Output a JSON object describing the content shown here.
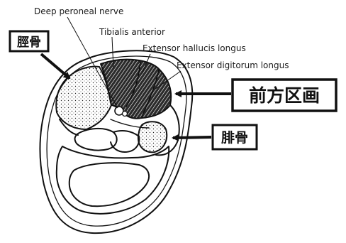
{
  "labels": {
    "deep_peroneal_nerve": "Deep peroneal nerve",
    "tibialis_anterior": "Tibialis anterior",
    "extensor_hallucis_longus": "Extensor hallucis longus",
    "extensor_digitorum_longus": "Extensor digitorum longus"
  },
  "boxes": {
    "tibia": "脛骨",
    "anterior_compartment": "前方区画",
    "fibula": "腓骨"
  },
  "colors": {
    "ink": "#111111",
    "paper": "#ffffff"
  }
}
